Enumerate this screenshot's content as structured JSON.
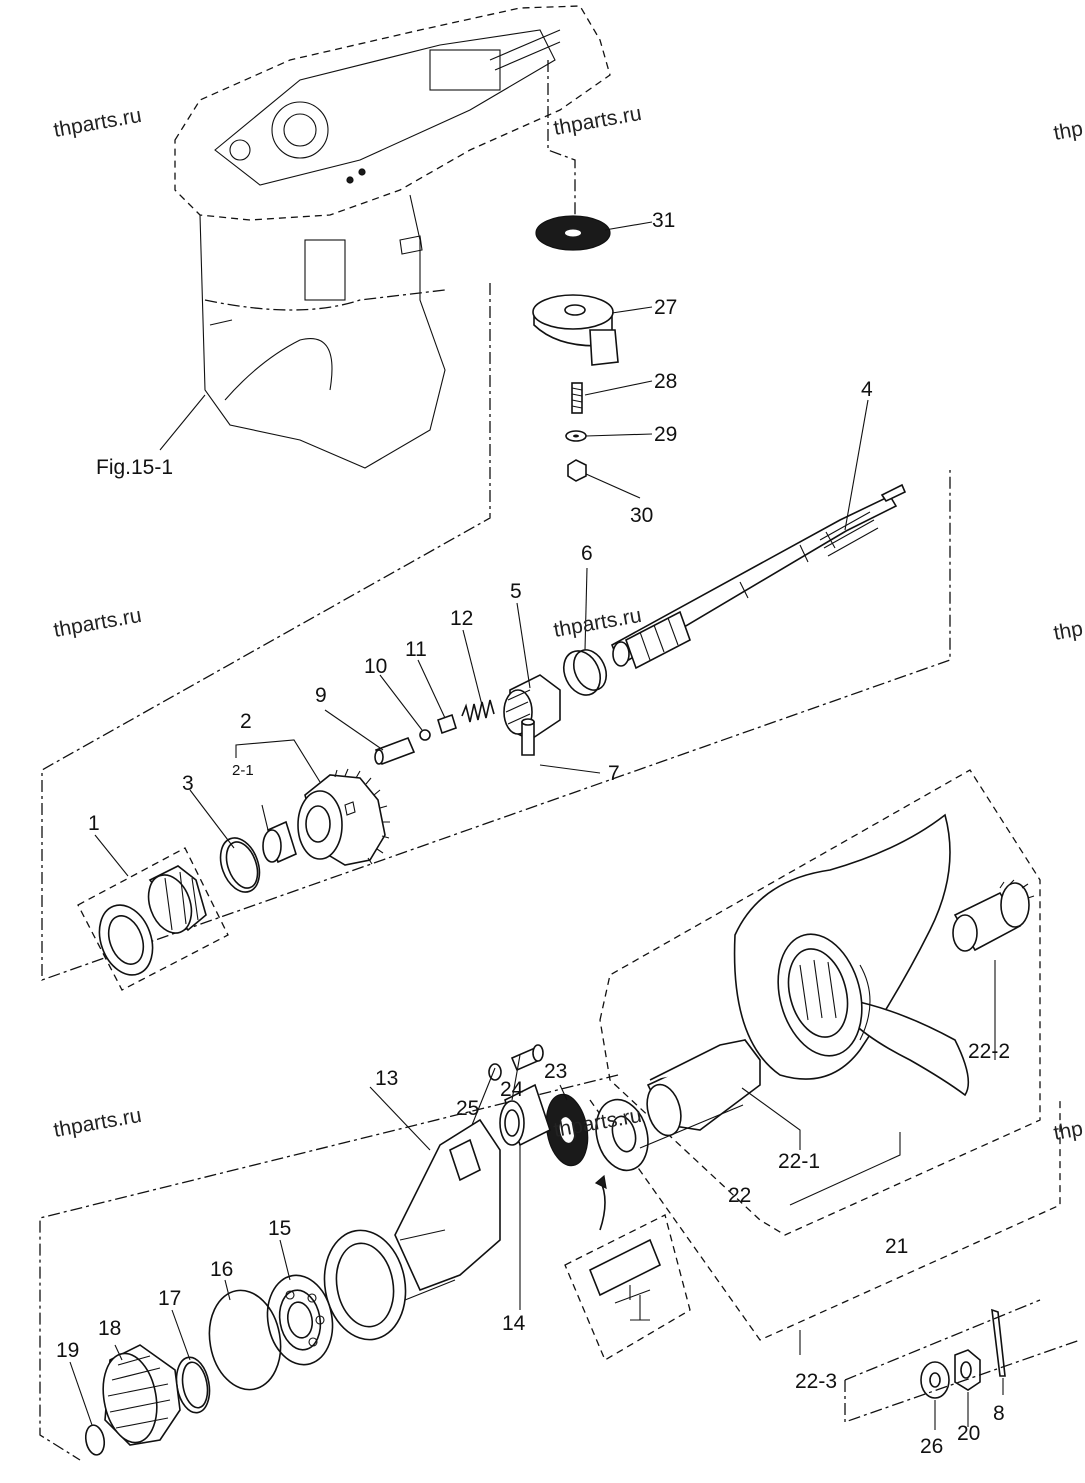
{
  "watermarks": [
    {
      "id": "wm1",
      "text": "thparts.ru"
    },
    {
      "id": "wm2",
      "text": "thparts.ru"
    },
    {
      "id": "wm3",
      "text": "thp"
    },
    {
      "id": "wm4",
      "text": "thparts.ru"
    },
    {
      "id": "wm5",
      "text": "thparts.ru"
    },
    {
      "id": "wm6",
      "text": "thp"
    },
    {
      "id": "wm7",
      "text": "thparts.ru"
    },
    {
      "id": "wm8",
      "text": "thparts.ru"
    },
    {
      "id": "wm9",
      "text": "thp"
    }
  ],
  "reference": {
    "label": "Fig.15-1"
  },
  "callouts": [
    {
      "id": "p1",
      "text": "1"
    },
    {
      "id": "p2",
      "text": "2"
    },
    {
      "id": "p2_1",
      "text": "2-1"
    },
    {
      "id": "p3",
      "text": "3"
    },
    {
      "id": "p4",
      "text": "4"
    },
    {
      "id": "p5",
      "text": "5"
    },
    {
      "id": "p6",
      "text": "6"
    },
    {
      "id": "p7",
      "text": "7"
    },
    {
      "id": "p8",
      "text": "8"
    },
    {
      "id": "p9",
      "text": "9"
    },
    {
      "id": "p10",
      "text": "10"
    },
    {
      "id": "p11",
      "text": "11"
    },
    {
      "id": "p12",
      "text": "12"
    },
    {
      "id": "p13",
      "text": "13"
    },
    {
      "id": "p14",
      "text": "14"
    },
    {
      "id": "p15",
      "text": "15"
    },
    {
      "id": "p16",
      "text": "16"
    },
    {
      "id": "p17",
      "text": "17"
    },
    {
      "id": "p18",
      "text": "18"
    },
    {
      "id": "p19",
      "text": "19"
    },
    {
      "id": "p20",
      "text": "20"
    },
    {
      "id": "p21",
      "text": "21"
    },
    {
      "id": "p22",
      "text": "22"
    },
    {
      "id": "p22_1",
      "text": "22-1"
    },
    {
      "id": "p22_2",
      "text": "22-2"
    },
    {
      "id": "p22_3",
      "text": "22-3"
    },
    {
      "id": "p23",
      "text": "23"
    },
    {
      "id": "p24",
      "text": "24"
    },
    {
      "id": "p25",
      "text": "25"
    },
    {
      "id": "p26",
      "text": "26"
    },
    {
      "id": "p27",
      "text": "27"
    },
    {
      "id": "p28",
      "text": "28"
    },
    {
      "id": "p29",
      "text": "29"
    },
    {
      "id": "p30",
      "text": "30"
    },
    {
      "id": "p31",
      "text": "31"
    }
  ]
}
